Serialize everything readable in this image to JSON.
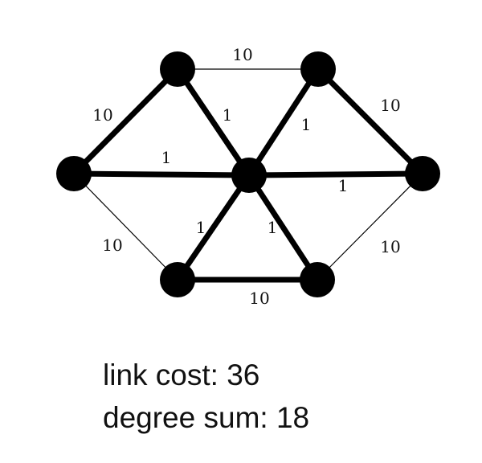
{
  "graph": {
    "nodes": [
      "left",
      "top-left",
      "top-right",
      "right",
      "bottom-right",
      "bottom-left",
      "center"
    ],
    "edges": [
      {
        "id": "top-left-top-right",
        "from": "top-left",
        "to": "top-right",
        "cost": "10",
        "heavy": false
      },
      {
        "id": "left-top-left",
        "from": "left",
        "to": "top-left",
        "cost": "10",
        "heavy": true
      },
      {
        "id": "top-right-right",
        "from": "top-right",
        "to": "right",
        "cost": "10",
        "heavy": true
      },
      {
        "id": "left-center",
        "from": "left",
        "to": "center",
        "cost": "1",
        "heavy": true
      },
      {
        "id": "center-right",
        "from": "center",
        "to": "right",
        "cost": "1",
        "heavy": true
      },
      {
        "id": "top-left-center",
        "from": "top-left",
        "to": "center",
        "cost": "1",
        "heavy": true
      },
      {
        "id": "center-top-right",
        "from": "center",
        "to": "top-right",
        "cost": "1",
        "heavy": true
      },
      {
        "id": "center-bottom-left",
        "from": "center",
        "to": "bottom-left",
        "cost": "1",
        "heavy": true
      },
      {
        "id": "center-bottom-right",
        "from": "center",
        "to": "bottom-right",
        "cost": "1",
        "heavy": true
      },
      {
        "id": "left-bottom-left",
        "from": "left",
        "to": "bottom-left",
        "cost": "10",
        "heavy": false
      },
      {
        "id": "right-bottom-right",
        "from": "right",
        "to": "bottom-right",
        "cost": "10",
        "heavy": false
      },
      {
        "id": "bottom-left-bottom-right",
        "from": "bottom-left",
        "to": "bottom-right",
        "cost": "10",
        "heavy": true
      }
    ]
  },
  "stats": {
    "link_cost": "link cost: 36",
    "degree_sum": "degree sum: 18"
  }
}
